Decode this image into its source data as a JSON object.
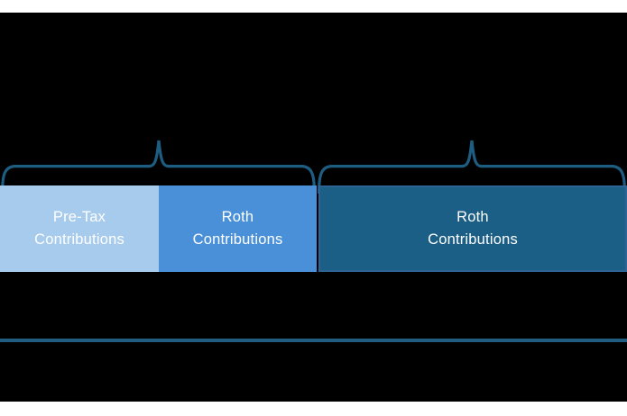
{
  "figure": {
    "name": "retirement-contribution-buckets-diagram",
    "page_background": "#ffffff",
    "canvas_background": "#000000",
    "brace_color": "#1e5d82",
    "rule_color": "#1f5c80"
  },
  "bar": {
    "segments": [
      {
        "id": "pre-tax",
        "label": "Pre-Tax\nContributions",
        "fill": "#a7cbec",
        "text_color": "#ffffff"
      },
      {
        "id": "roth-left",
        "label": "Roth\nContributions",
        "fill": "#4a90d9",
        "text_color": "#ffffff"
      },
      {
        "id": "roth-right",
        "label": "Roth\nContributions",
        "fill": "#1b5e86",
        "border_color": "#2e6396",
        "text_color": "#ffffff"
      }
    ]
  },
  "braces": {
    "left": {
      "spans": "pre-tax + roth-left segments"
    },
    "right": {
      "spans": "roth-right segment"
    }
  }
}
